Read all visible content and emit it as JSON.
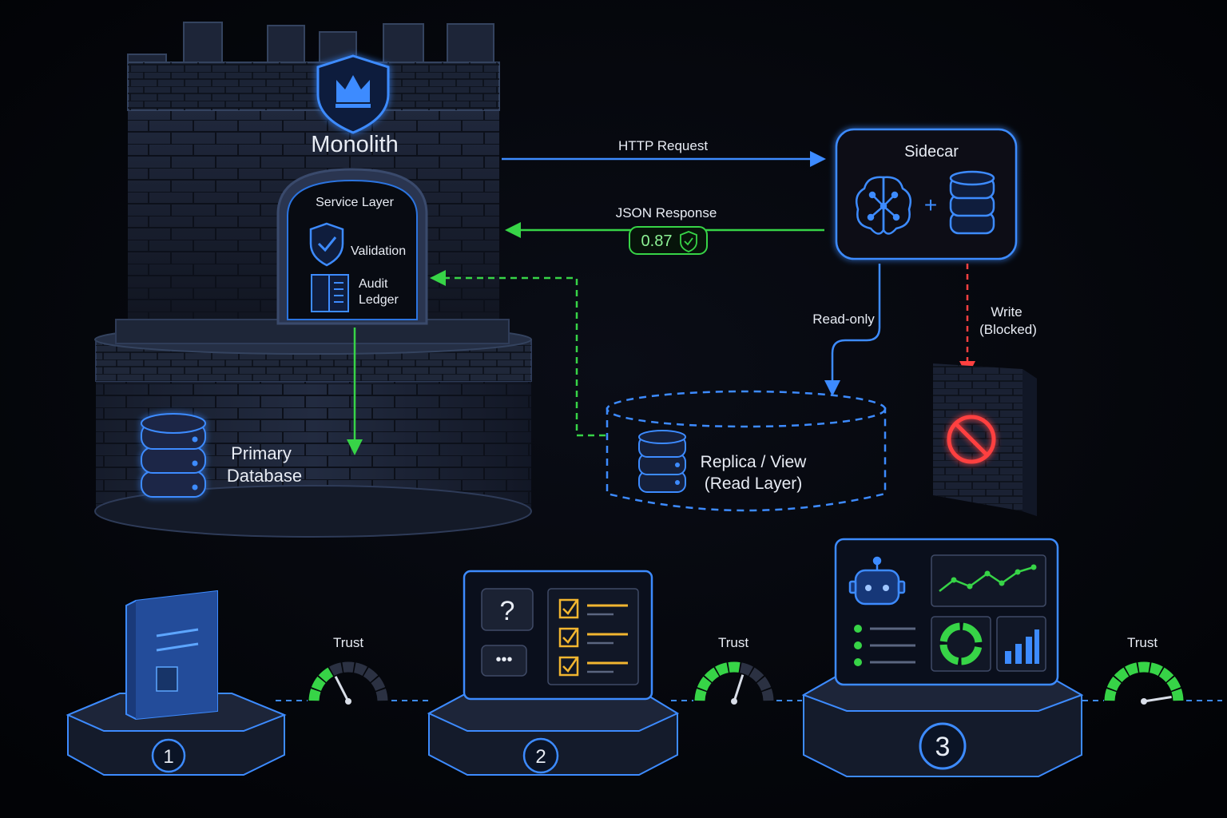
{
  "monolith": {
    "title": "Monolith",
    "gate_title": "Service Layer",
    "validation_label": "Validation",
    "audit_label_line1": "Audit",
    "audit_label_line2": "Ledger",
    "database_label_line1": "Primary",
    "database_label_line2": "Database",
    "crest_icon": "crown-shield-icon"
  },
  "sidecar": {
    "title": "Sidecar",
    "plus": "+",
    "icons": [
      "brain-icon",
      "database-icon"
    ]
  },
  "flows": {
    "request_label": "HTTP Request",
    "response_label": "JSON Response",
    "response_score": "0.87",
    "read_only_label": "Read-only",
    "write_label_line1": "Write",
    "write_label_line2": "(Blocked)"
  },
  "replica": {
    "label_line1": "Replica / View",
    "label_line2": "(Read Layer)"
  },
  "stages": [
    {
      "number": "1",
      "icon": "document-book-icon",
      "trust_label": "Trust",
      "trust_level": 0.35
    },
    {
      "number": "2",
      "icon": "checklist-screen-icon",
      "trust_label": "Trust",
      "trust_level": 0.6
    },
    {
      "number": "3",
      "icon": "dashboard-screen-icon",
      "trust_label": "Trust",
      "trust_level": 0.95
    }
  ],
  "colors": {
    "background": "#030407",
    "stone": "#1b2233",
    "accent_blue": "#3d8bff",
    "accent_green": "#37d447",
    "blocked_red": "#ff4040",
    "checklist_yellow": "#f2b630"
  }
}
